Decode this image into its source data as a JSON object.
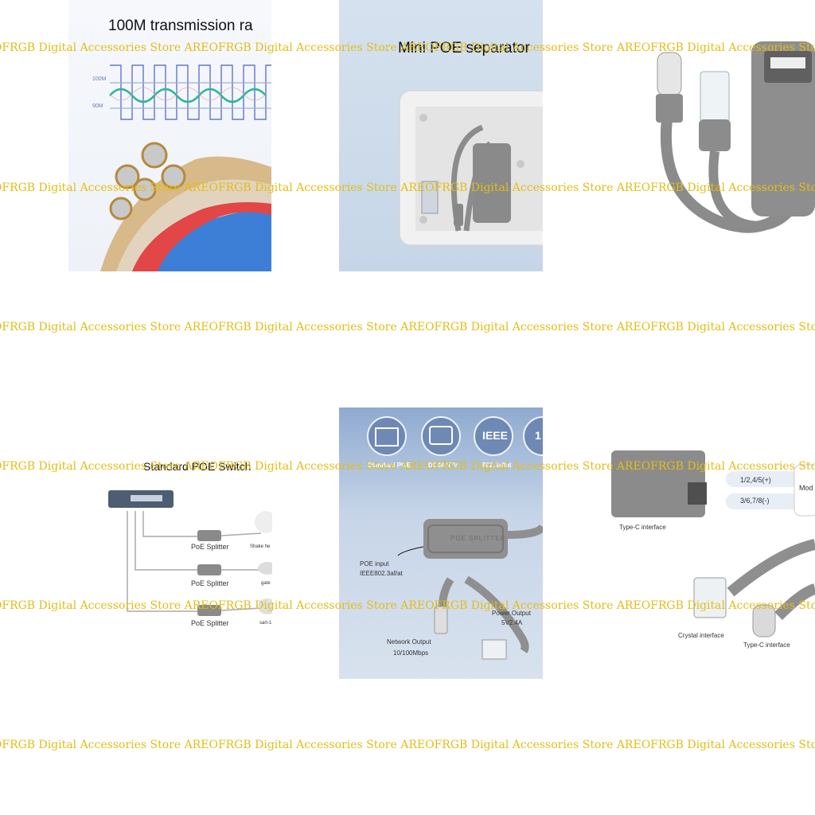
{
  "watermark": {
    "text": "AREOFRGB Digital Accessories Store AREOFRGB Digital Accessories Store AREOFRGB Digital Accessories Store AREOFRGB Digital Accessories Store AREOFRGB Digital Accessories Store",
    "color": "#e2bd17"
  },
  "panel1": {
    "title": "100M transmission ra",
    "tick_high": "100M",
    "tick_low": "90M"
  },
  "panel2": {
    "title": "Mini POE separator"
  },
  "panel4": {
    "title": "Standard POE Switch",
    "splitter_1": "PoE Splitter",
    "splitter_2": "PoE Splitter",
    "splitter_3": "PoE Splitter",
    "device_1": "Shake he",
    "device_2": "gate",
    "device_3": "sart-1"
  },
  "panel5": {
    "badge_1_top": "",
    "badge_1_label": "Standard POE",
    "badge_2_label": "DC44-57V",
    "badge_3_top": "IEEE",
    "badge_3_label": "802.3af/at",
    "badge_4_top": "1",
    "device_text": "POE SPLITTER",
    "poe_input_1": "POE input",
    "poe_input_2": "IEEE802.3af/at",
    "power_output_1": "Power Output",
    "power_output_2": "5V2.4A",
    "network_output_1": "Network Output",
    "network_output_2": "10/100Mbps"
  },
  "panel6": {
    "pins_pos": "1/2,4/5(+)",
    "pins_neg": "3/6,7/8(-)",
    "mod": "Mod",
    "typec_top": "Type-C interface",
    "crystal": "Crystal interface",
    "typec_bottom": "Type-C interface"
  }
}
